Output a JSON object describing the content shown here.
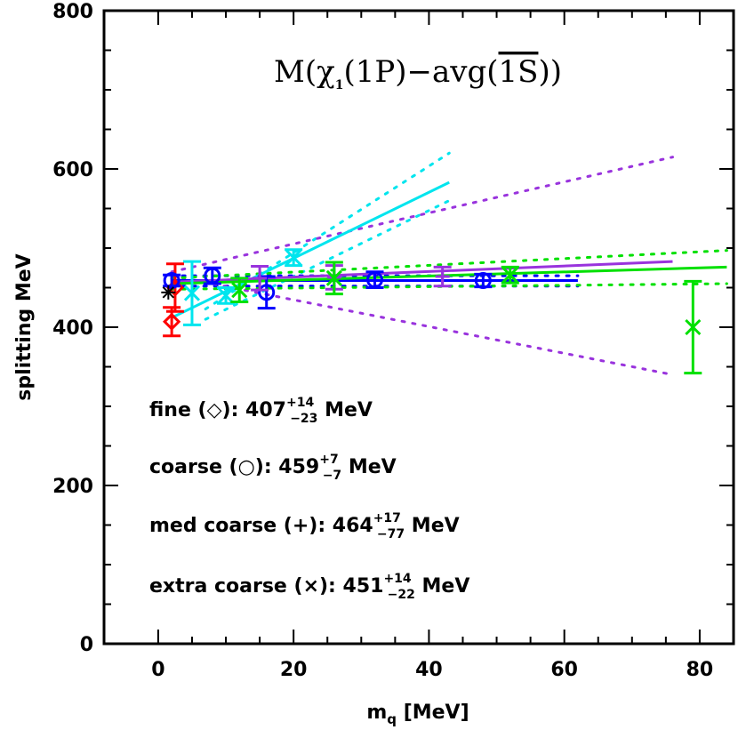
{
  "chart_data": {
    "type": "scatter",
    "title": "M(χ₁(1P)−avg(1S))",
    "xlabel": "m_q [MeV]",
    "ylabel": "splitting MeV",
    "xlim": [
      -8,
      85
    ],
    "ylim": [
      0,
      800
    ],
    "x_ticks": [
      "0",
      "20",
      "40",
      "60",
      "80"
    ],
    "y_ticks": [
      "0",
      "200",
      "400",
      "600",
      "800"
    ],
    "grid": false,
    "colors": {
      "fine": "#ff0000",
      "coarse": "#0000ff",
      "med_coarse": "#9933dd",
      "extra_coarse": "#00e000",
      "superfine": "#00e5ee"
    },
    "series": [
      {
        "key": "superfine",
        "marker": "cross",
        "points": [
          [
            5,
            443,
            40
          ],
          [
            10,
            440,
            10
          ],
          [
            20,
            488,
            10
          ]
        ],
        "fit": {
          "x": [
            2,
            43
          ],
          "y": [
            412,
            583
          ]
        },
        "band_upper": {
          "x": [
            7,
            43
          ],
          "y": [
            423,
            620
          ]
        },
        "band_lower": {
          "x": [
            7,
            43
          ],
          "y": [
            410,
            560
          ]
        }
      },
      {
        "key": "fine",
        "marker": "diamond",
        "points": [
          [
            2,
            407,
            18
          ],
          [
            2.5,
            450,
            30
          ]
        ]
      },
      {
        "key": "coarse",
        "marker": "circle",
        "points": [
          [
            2,
            459,
            7
          ],
          [
            8,
            465,
            10
          ],
          [
            16,
            444,
            20
          ],
          [
            32,
            460,
            10
          ],
          [
            48,
            459,
            8
          ]
        ],
        "fit": {
          "x": [
            2,
            62
          ],
          "y": [
            459,
            459
          ]
        },
        "band_upper": {
          "x": [
            2,
            62
          ],
          "y": [
            465,
            465
          ]
        },
        "band_lower": {
          "x": [
            2,
            62
          ],
          "y": [
            452,
            452
          ]
        }
      },
      {
        "key": "med_coarse",
        "marker": "plus",
        "points": [
          [
            15,
            462,
            15
          ],
          [
            26,
            463,
            15
          ],
          [
            42,
            464,
            12
          ]
        ],
        "fit": {
          "x": [
            2,
            76
          ],
          "y": [
            457,
            483
          ]
        },
        "band_upper": {
          "x": [
            2,
            76
          ],
          "y": [
            470,
            615
          ]
        },
        "band_lower": {
          "x": [
            2,
            76
          ],
          "y": [
            465,
            340
          ]
        }
      },
      {
        "key": "extra_coarse",
        "marker": "x",
        "points": [
          [
            12,
            447,
            15
          ],
          [
            26,
            462,
            20
          ],
          [
            52,
            466,
            10
          ],
          [
            79,
            400,
            58
          ]
        ],
        "fit": {
          "x": [
            2,
            84
          ],
          "y": [
            455,
            476
          ]
        },
        "band_upper": {
          "x": [
            2,
            84
          ],
          "y": [
            462,
            497
          ]
        },
        "band_lower": {
          "x": [
            2,
            84
          ],
          "y": [
            448,
            455
          ]
        }
      },
      {
        "key": "extrapolated",
        "marker": "star",
        "points": [
          [
            1.5,
            444,
            0
          ]
        ]
      }
    ],
    "annotations": [
      {
        "label": "fine (◇): 407",
        "sup": "+14",
        "sub": "−23",
        "unit": " MeV"
      },
      {
        "label": "coarse (○): 459",
        "sup": "+7",
        "sub": "−7",
        "unit": " MeV"
      },
      {
        "label": "med coarse (+): 464",
        "sup": "+17",
        "sub": "−77",
        "unit": " MeV"
      },
      {
        "label": "extra coarse (×): 451",
        "sup": "+14",
        "sub": "−22",
        "unit": " MeV"
      }
    ]
  }
}
